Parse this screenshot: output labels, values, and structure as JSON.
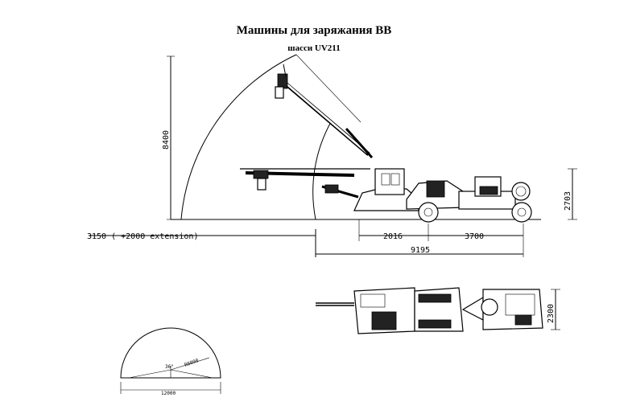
{
  "title": "Машины для заряжания ВВ",
  "subtitle": "шасси UV211",
  "dimensions": {
    "height_max": "8400",
    "height_cab": "2703",
    "reach": "3150 ( +2000 extension)",
    "front": "2016",
    "wheelbase": "3700",
    "length": "9195",
    "width": "2300"
  },
  "section": {
    "angle": "36°",
    "radius": "R6000",
    "span": "12000"
  }
}
